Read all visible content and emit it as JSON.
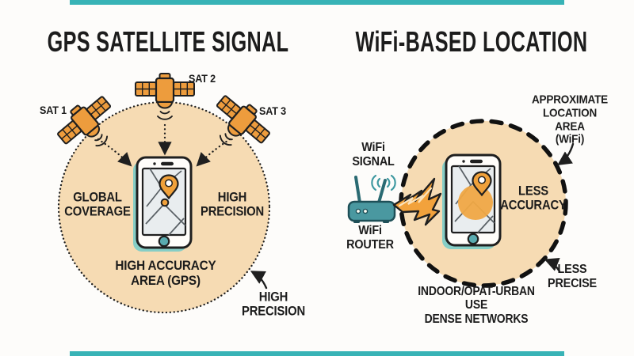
{
  "left_panel": {
    "title": "GPS SATELLITE SIGNAL",
    "satellites": [
      "SAT 1",
      "SAT 2",
      "SAT 3"
    ],
    "global_coverage": "GLOBAL\nCOVERAGE",
    "high_precision": "HIGH\nPRECISION",
    "high_accuracy_area": "HIGH ACCURACY\nAREA (GPS)",
    "high_precision_callout": "HIGH\nPRECISION"
  },
  "right_panel": {
    "title": "WiFi-BASED LOCATION",
    "wifi_signal": "WiFi\nSIGNAL",
    "wifi_router": "WiFi\nROUTER",
    "less_accuracy": "LESS\nACCURACY",
    "approximate_location_area": "APPROXIMATE\nLOCATION AREA\n(WiFi)",
    "less_precise": "LESS\nPRECISE",
    "usage_note": "INDOOR/OPAT-URBAN USE\nDENSE NETWORKS"
  },
  "icons": [
    "satellite-icon",
    "smartphone-icon",
    "map-pin-icon",
    "accuracy-blob-icon",
    "wifi-router-icon",
    "wifi-signal-arcs-icon",
    "signal-bolt-icon",
    "dotted-coverage-circle",
    "dashed-coverage-circle",
    "arrow-icon"
  ],
  "colors": {
    "accent_bar": "#38b3b6",
    "coverage_fill": "#f6dbb3",
    "outline": "#1f1f1f",
    "orange": "#ed9c3d",
    "pin_orange": "#f0a13b",
    "router_teal": "#4a98a0",
    "phone_shadow_teal": "#86cec6",
    "text": "#1c1c1c",
    "background": "#fdfcfa"
  }
}
